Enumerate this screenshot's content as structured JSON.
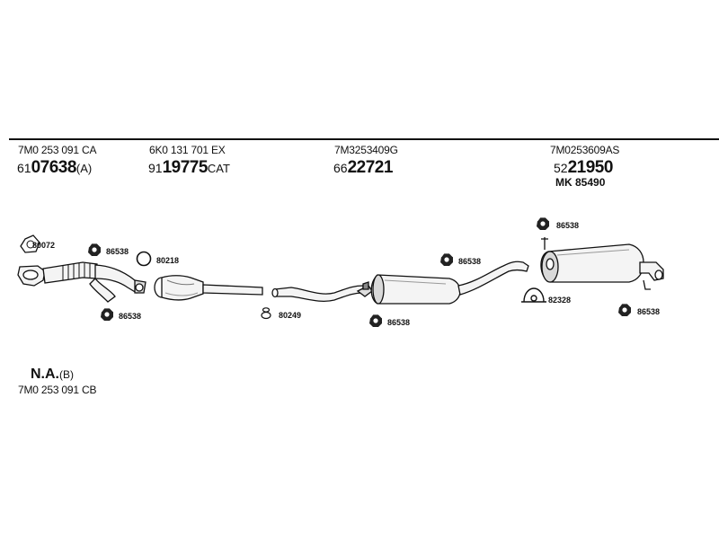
{
  "sections": [
    {
      "part_number": "7M0 253 091 CA",
      "ref_prefix": "61",
      "ref_main": "07638",
      "ref_suffix": "(A)"
    },
    {
      "part_number": "6K0 131 701 EX",
      "ref_prefix": "91",
      "ref_main": "19775",
      "ref_suffix": "CAT"
    },
    {
      "part_number": "7M3253409G",
      "ref_prefix": "66",
      "ref_main": "22721",
      "ref_suffix": ""
    },
    {
      "part_number": "7M0253609AS",
      "ref_prefix": "52",
      "ref_main": "21950",
      "ref_suffix": "",
      "extra": "MK  85490"
    }
  ],
  "labels": {
    "gasket_front": "80072",
    "nut_front_top": "86538",
    "ring_front": "80218",
    "nut_front_bottom": "86538",
    "clamp_mid": "80249",
    "nut_center_top": "86538",
    "nut_center_bottom": "86538",
    "nut_rear_top": "86538",
    "clamp_rear": "82328",
    "nut_rear_bottom": "86538"
  },
  "bottom_note": {
    "main": "N.A.",
    "suffix": "(B)",
    "part_number": "7M0 253 091 CB"
  },
  "colors": {
    "ink": "#111111",
    "paper": "#ffffff",
    "part_fill": "#f4f4f4",
    "part_shade": "#bdbdbd"
  }
}
